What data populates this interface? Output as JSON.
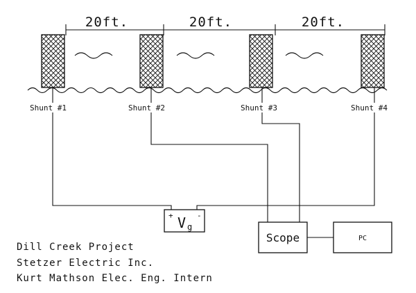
{
  "dimensions": [
    "20ft.",
    "20ft.",
    "20ft."
  ],
  "shunts": [
    "Shunt #1",
    "Shunt #2",
    "Shunt #3",
    "Shunt #4"
  ],
  "source": {
    "symbol": "V",
    "subscript": "g",
    "plus": "+",
    "minus": "-"
  },
  "scope": {
    "label": "Scope"
  },
  "pc": {
    "label": "PC"
  },
  "footer": {
    "line1": "Dill Creek Project",
    "line2": "Stetzer Electric Inc.",
    "line3": "Kurt Mathson Elec. Eng. Intern"
  }
}
